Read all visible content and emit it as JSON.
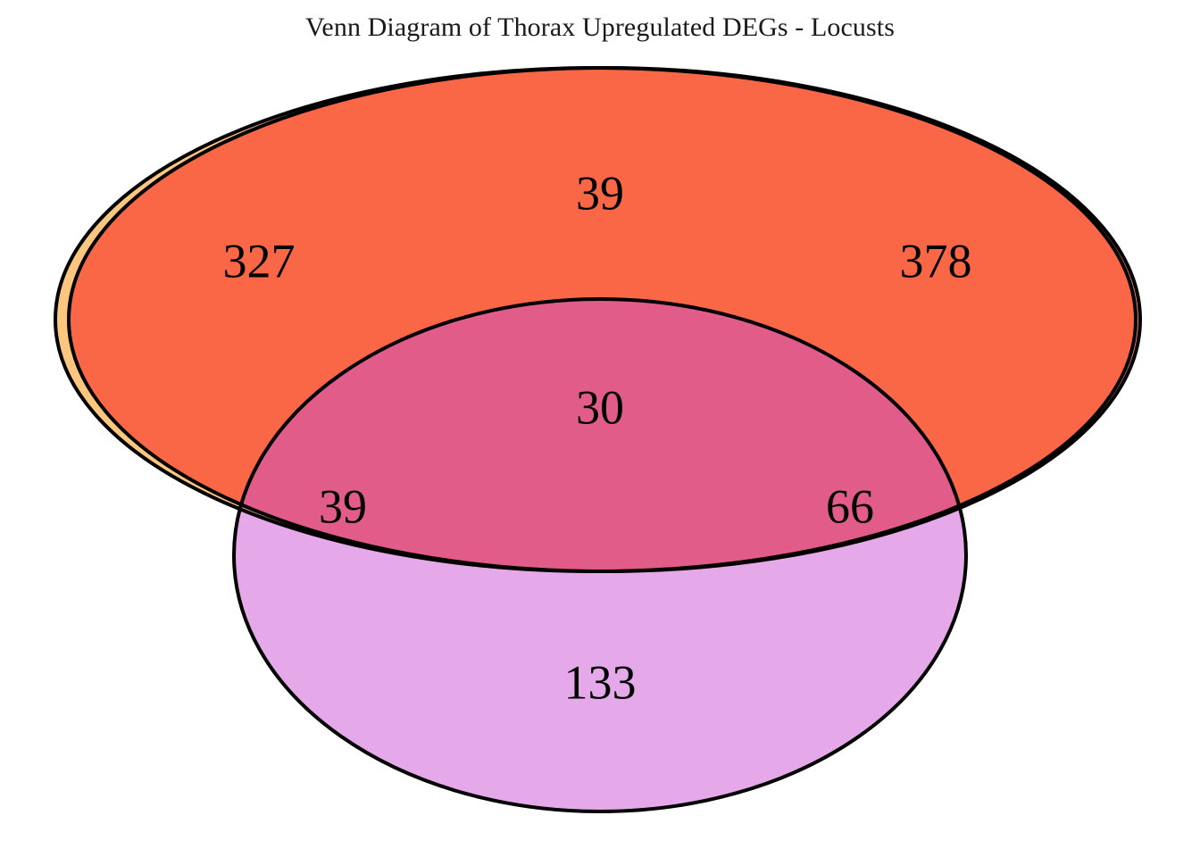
{
  "title": "Venn Diagram of Thorax Upregulated DEGs - Locusts",
  "chart_data": {
    "type": "venn",
    "title": "Venn Diagram of Thorax Upregulated DEGs - Locusts",
    "set_count": 3,
    "sets": [
      {
        "id": "A",
        "position": "left",
        "fill": "#FCC67E",
        "exclusive_value": 327
      },
      {
        "id": "B",
        "position": "right",
        "fill": "#FB7C7C",
        "exclusive_value": 378
      },
      {
        "id": "C",
        "position": "bottom",
        "fill": "#E5A8E8",
        "exclusive_value": 133
      }
    ],
    "regions": [
      {
        "key": "A",
        "label": "left-only",
        "value": 327,
        "fill": "#FCC67E"
      },
      {
        "key": "B",
        "label": "right-only",
        "value": 378,
        "fill": "#FB7C7C"
      },
      {
        "key": "C",
        "label": "bottom-only",
        "value": 133,
        "fill": "#E5A8E8"
      },
      {
        "key": "AB",
        "label": "left-right",
        "value": 39,
        "fill": "#FA6746"
      },
      {
        "key": "AC",
        "label": "left-bottom",
        "value": 39,
        "fill": "#E890AE"
      },
      {
        "key": "BC",
        "label": "right-bottom",
        "value": 66,
        "fill": "#E867AC"
      },
      {
        "key": "ABC",
        "label": "left-right-bottom",
        "value": 30,
        "fill": "#E25C89"
      }
    ],
    "labels": {
      "left_only": "327",
      "right_only": "378",
      "bottom_only": "133",
      "left_right": "39",
      "left_bottom": "39",
      "right_bottom": "66",
      "center": "30"
    },
    "stroke_color": "#000000",
    "stroke_width": 4,
    "background": "#ffffff",
    "legend": "none",
    "set_labels_shown": false
  }
}
